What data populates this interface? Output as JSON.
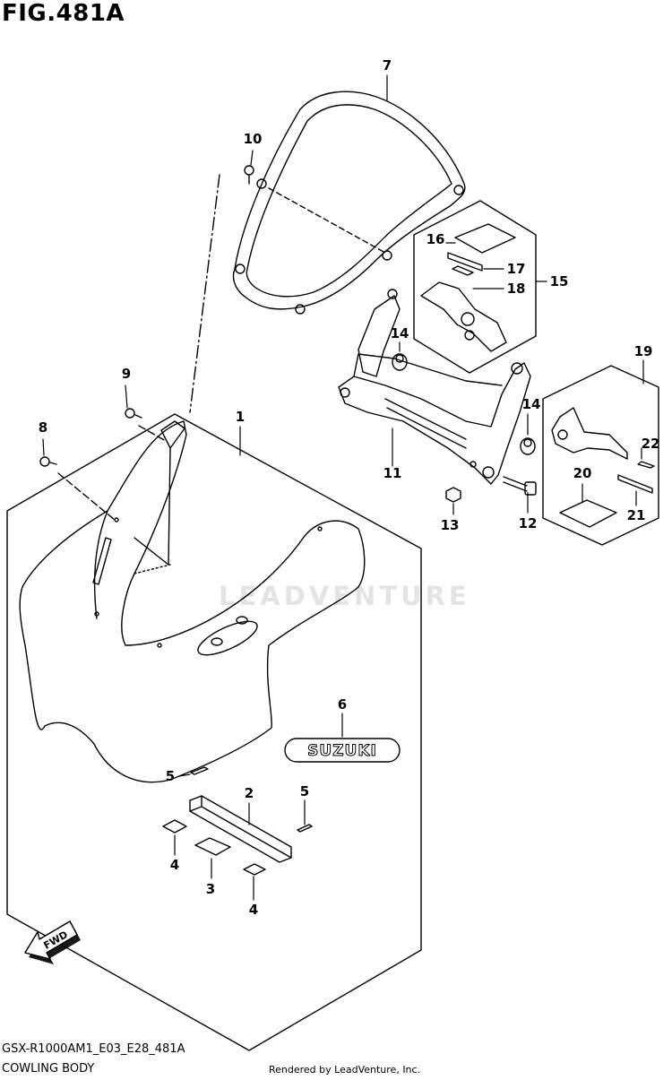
{
  "figure": {
    "title": "FIG.481A",
    "model_code": "GSX-R1000AM1_E03_E28_481A",
    "section_name": "COWLING BODY",
    "credit": "Rendered by LeadVenture, Inc.",
    "watermark": "LEADVENTURE",
    "emblem_text": "SUZUKI",
    "fwd_label": "FWD"
  },
  "callouts": {
    "c1": "1",
    "c2": "2",
    "c3": "3",
    "c4a": "4",
    "c4b": "4",
    "c5a": "5",
    "c5b": "5",
    "c6": "6",
    "c7": "7",
    "c8": "8",
    "c9": "9",
    "c10": "10",
    "c11": "11",
    "c12": "12",
    "c13": "13",
    "c14a": "14",
    "c14b": "14",
    "c15": "15",
    "c16": "16",
    "c17": "17",
    "c18": "18",
    "c19": "19",
    "c20": "20",
    "c21": "21",
    "c22": "22"
  }
}
